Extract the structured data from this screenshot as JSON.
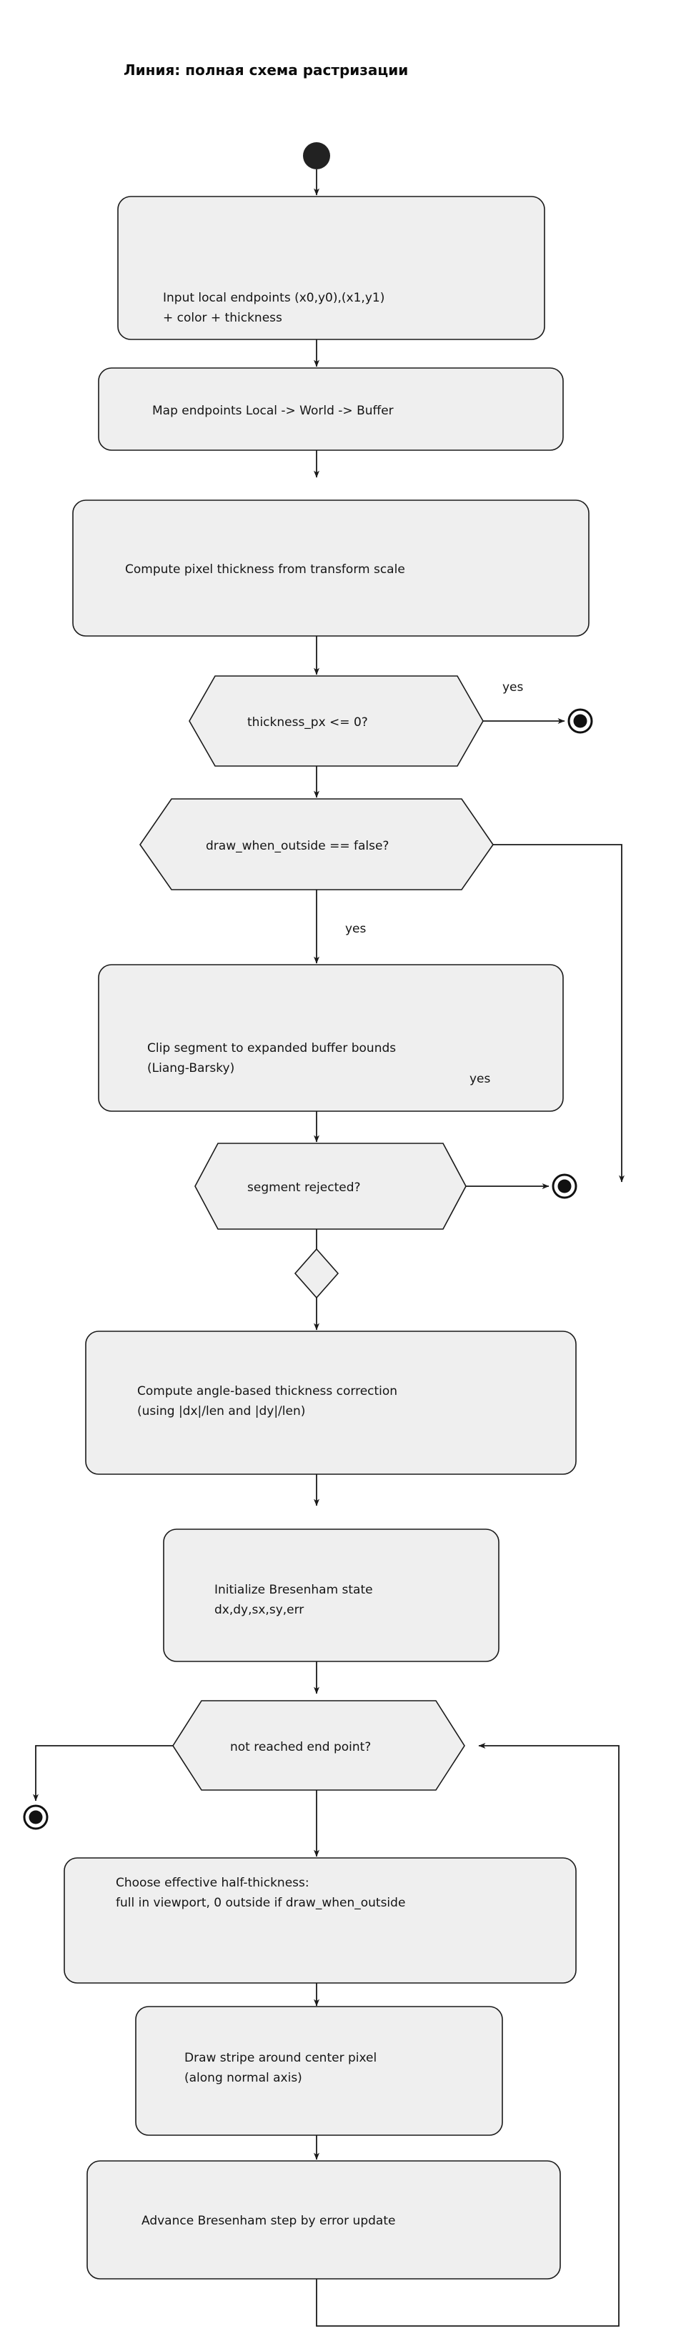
{
  "diagram": {
    "title": "Линия: полная схема растризации",
    "type": "activity-flowchart",
    "colors": {
      "node_fill": "#efefef",
      "node_stroke": "#1a1a1a",
      "text": "#141414",
      "background": "#ffffff",
      "terminator": "#111111"
    },
    "nodes": [
      {
        "id": "start",
        "kind": "start-node",
        "label": ""
      },
      {
        "id": "input",
        "kind": "action",
        "line1": "Input local endpoints (x0,y0),(x1,y1)",
        "line2": "+ color + thickness"
      },
      {
        "id": "map",
        "kind": "action",
        "line1": "Map endpoints Local -> World -> Buffer",
        "line2": ""
      },
      {
        "id": "thickness",
        "kind": "action",
        "line1": "Compute pixel thickness from transform scale",
        "line2": ""
      },
      {
        "id": "dec_thickness",
        "kind": "decision",
        "line1": "thickness_px <= 0?",
        "line2": ""
      },
      {
        "id": "end_thickness",
        "kind": "end-node",
        "label": ""
      },
      {
        "id": "dec_outside",
        "kind": "decision",
        "line1": "draw_when_outside == false?",
        "line2": ""
      },
      {
        "id": "clip",
        "kind": "action",
        "line1": "Clip segment to expanded buffer bounds",
        "line2": "(Liang-Barsky)"
      },
      {
        "id": "dec_rejected",
        "kind": "decision",
        "line1": "segment rejected?",
        "line2": ""
      },
      {
        "id": "end_rejected",
        "kind": "end-node",
        "label": ""
      },
      {
        "id": "merge",
        "kind": "merge-node",
        "label": ""
      },
      {
        "id": "angle",
        "kind": "action",
        "line1": "Compute angle-based thickness correction",
        "line2": "(using |dx|/len and |dy|/len)"
      },
      {
        "id": "init",
        "kind": "action",
        "line1": "Initialize Bresenham state",
        "line2": "dx,dy,sx,sy,err"
      },
      {
        "id": "dec_loop",
        "kind": "decision",
        "line1": "not reached end point?",
        "line2": ""
      },
      {
        "id": "end_loop",
        "kind": "end-node",
        "label": ""
      },
      {
        "id": "halfthick",
        "kind": "action",
        "line1": "Choose effective half-thickness:",
        "line2": "full in viewport, 0 outside if draw_when_outside"
      },
      {
        "id": "stripe",
        "kind": "action",
        "line1": "Draw stripe around center pixel",
        "line2": "(along normal axis)"
      },
      {
        "id": "advance",
        "kind": "action",
        "line1": "Advance Bresenham step by error update",
        "line2": ""
      }
    ],
    "edge_labels": {
      "thickness_yes": "yes",
      "outside_no": "yes",
      "outside_bypass": "",
      "rejected_yes": "yes"
    }
  }
}
